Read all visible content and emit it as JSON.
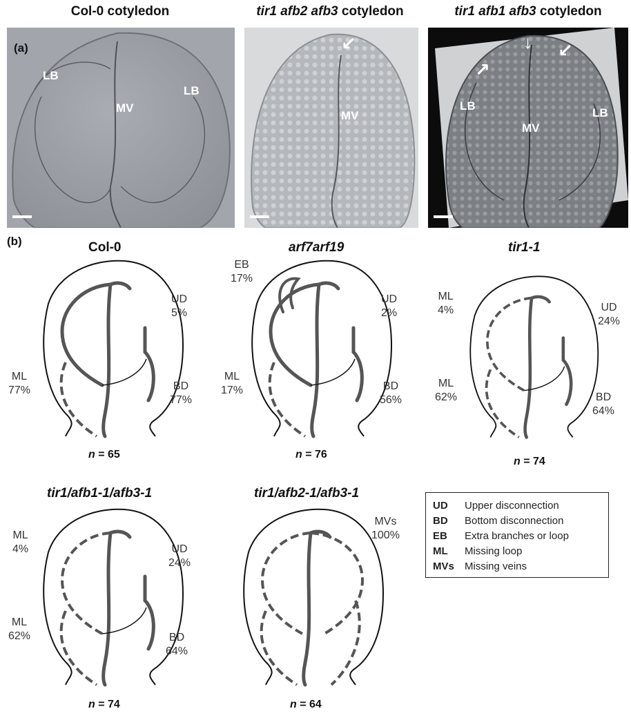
{
  "panel_a": {
    "letter": "(a)",
    "photos": [
      {
        "title_plain": "Col-0 cotyledon",
        "labels": [
          "LB",
          "MV",
          "LB"
        ]
      },
      {
        "title_italic": "tir1 afb2 afb3",
        "title_plain": " cotyledon",
        "labels": [
          "MV"
        ]
      },
      {
        "title_italic": "tir1 afb1 afb3",
        "title_plain": " cotyledon",
        "labels": [
          "LB",
          "MV",
          "LB"
        ]
      }
    ]
  },
  "panel_b": {
    "letter": "(b)",
    "diagrams": [
      {
        "title": "Col-0",
        "notes": {
          "ud": "UD\n5%",
          "ml": "ML\n77%",
          "bd": "BD\n77%"
        },
        "n_label": "n",
        "n_value": "= 65"
      },
      {
        "title": "arf7arf19",
        "notes": {
          "eb": "EB\n17%",
          "ud": "UD\n2%",
          "ml": "ML\n17%",
          "bd": "BD\n56%"
        },
        "n_label": "n",
        "n_value": "= 76"
      },
      {
        "title": "tir1-1",
        "notes": {
          "ml_top": "ML\n4%",
          "ud": "UD\n24%",
          "ml": "ML\n62%",
          "bd": "BD\n64%"
        },
        "n_label": "n",
        "n_value": "= 74"
      },
      {
        "title": "tir1/afb1-1/afb3-1",
        "notes": {
          "ml_top": "ML\n4%",
          "ud": "UD\n24%",
          "ml": "ML\n62%",
          "bd": "BD\n64%"
        },
        "n_label": "n",
        "n_value": "= 74"
      },
      {
        "title": "tir1/afb2-1/afb3-1",
        "notes": {
          "mvs": "MVs\n100%"
        },
        "n_label": "n",
        "n_value": "= 64"
      }
    ],
    "legend": [
      {
        "key": "UD",
        "desc": "Upper disconnection"
      },
      {
        "key": "BD",
        "desc": "Bottom disconnection"
      },
      {
        "key": "EB",
        "desc": "Extra branches or loop"
      },
      {
        "key": "ML",
        "desc": "Missing loop"
      },
      {
        "key": "MVs",
        "desc": "Missing veins"
      }
    ]
  }
}
